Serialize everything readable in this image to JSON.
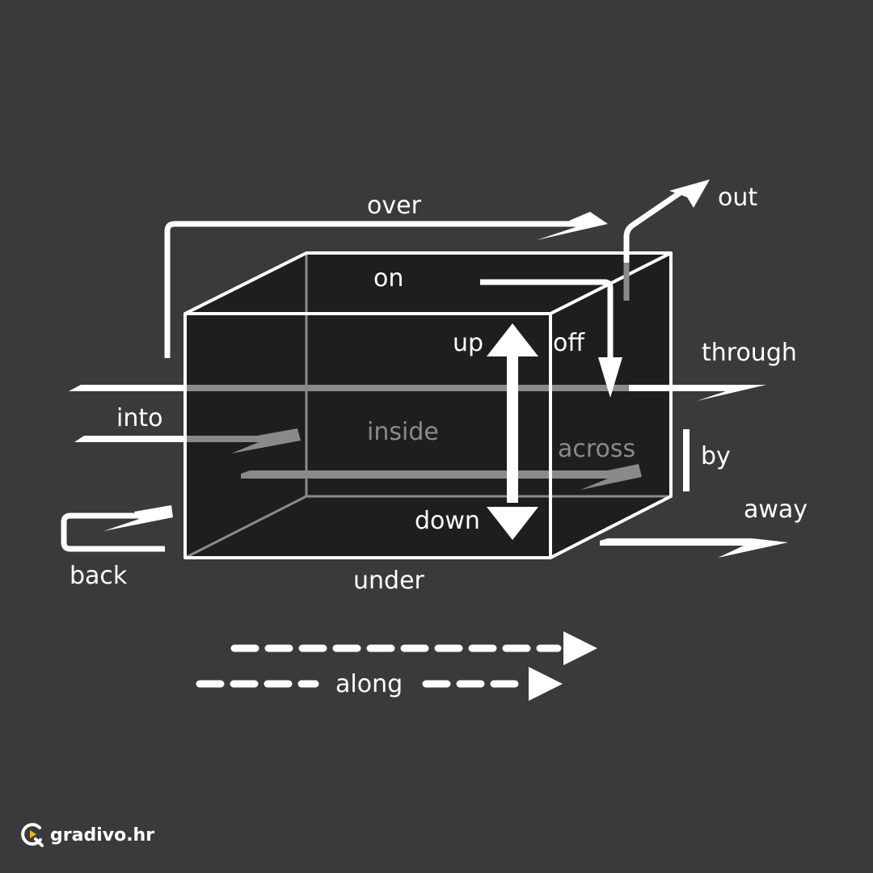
{
  "labels": {
    "over": "over",
    "out": "out",
    "on": "on",
    "up": "up",
    "off": "off",
    "through": "through",
    "into": "into",
    "inside": "inside",
    "across": "across",
    "by": "by",
    "down": "down",
    "away": "away",
    "back": "back",
    "under": "under",
    "along": "along"
  },
  "brand": {
    "name": "gradivo.hr"
  },
  "colors": {
    "background": "#3a3a3a",
    "box_fill": "#1e1e1e",
    "line": "#ffffff",
    "dim": "#8a8a8a",
    "accent": "#f2b705"
  }
}
